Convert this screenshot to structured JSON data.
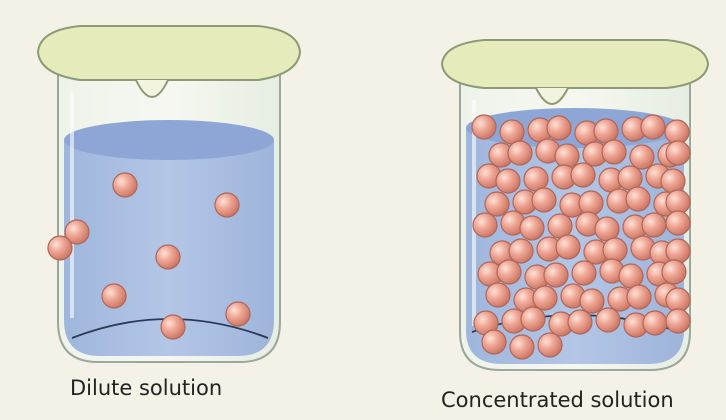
{
  "captions": {
    "left": "Dilute solution",
    "right": "Concentrated solution"
  },
  "colors": {
    "background": "#f4f1e6",
    "rim": "#e6ebbb",
    "glass": "#e8eee6",
    "solution": "#a8bcdc",
    "solution_surface": "#8ea6d6",
    "particle": "#e59b8c",
    "particle_stroke": "#b0665a"
  },
  "beakers": [
    {
      "name": "dilute",
      "particle_count": 8
    },
    {
      "name": "concentrated",
      "particle_count": 84
    }
  ]
}
